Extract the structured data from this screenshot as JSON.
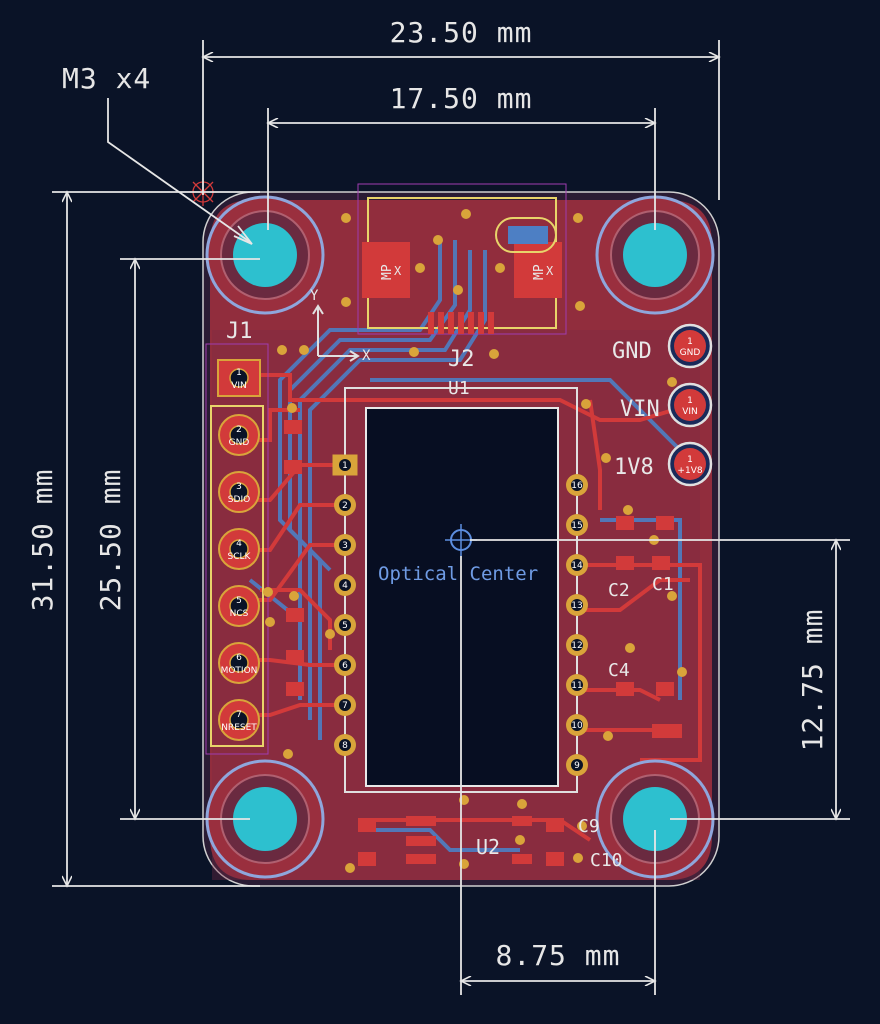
{
  "dimensions": {
    "width_outer": "23.50 mm",
    "width_holes": "17.50 mm",
    "height_outer": "31.50 mm",
    "height_holes": "25.50 mm",
    "center_to_right_hole_v": "12.75 mm",
    "center_to_right_hole_h": "8.75 mm"
  },
  "annotations": {
    "mount_holes": "M3 x4",
    "optical_center": "Optical Center"
  },
  "designators": {
    "j1": "J1",
    "j2": "J2",
    "u1": "U1",
    "u2": "U2",
    "gnd": "GND",
    "vin": "VIN",
    "v1v8": "1V8",
    "c1": "C1",
    "c2": "C2",
    "c4": "C4",
    "c9": "C9",
    "c10": "C10",
    "axis_x": "X",
    "axis_y": "Y",
    "mp": "MP",
    "x": "X"
  },
  "j1_pins": [
    {
      "num": "1",
      "name": "VIN"
    },
    {
      "num": "2",
      "name": "GND"
    },
    {
      "num": "3",
      "name": "SDIO"
    },
    {
      "num": "4",
      "name": "SCLK"
    },
    {
      "num": "5",
      "name": "NCS"
    },
    {
      "num": "6",
      "name": "MOTION"
    },
    {
      "num": "7",
      "name": "NRESET"
    }
  ],
  "u1_left_pins": [
    "1",
    "2",
    "3",
    "4",
    "5",
    "6",
    "7",
    "8"
  ],
  "u1_right_pins": [
    "16",
    "15",
    "14",
    "13",
    "12",
    "11",
    "10",
    "9"
  ],
  "test_points": [
    {
      "num": "1",
      "name": "GND"
    },
    {
      "num": "1",
      "name": "VIN"
    },
    {
      "num": "1",
      "name": "+1V8"
    }
  ],
  "colors": {
    "background": "#0a1327",
    "copper_front": "#c83434",
    "copper_back": "#4d7fc4",
    "via": "#d9a43a",
    "hole": "#2dc0cf",
    "edge": "#d0d0d0",
    "dimension": "#e6e6e6",
    "courtyard": "#e0c000"
  }
}
